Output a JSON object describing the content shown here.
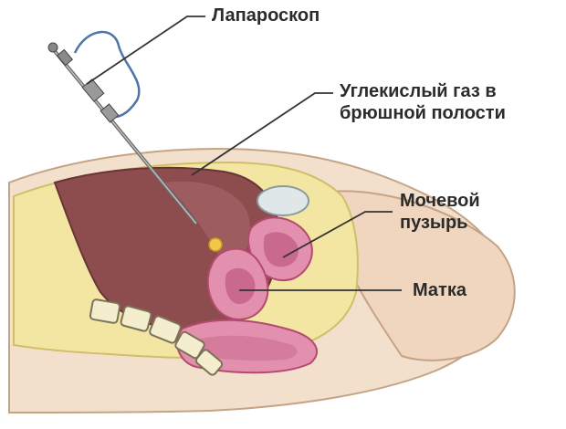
{
  "labels": {
    "laparoscope": "Лапароскоп",
    "co2": [
      "Углекислый газ в",
      "брюшной полости"
    ],
    "bladder": [
      "Мочевой",
      "пузырь"
    ],
    "uterus": "Матка"
  },
  "colors": {
    "skin": "#f3e0cc",
    "skin_outline": "#c4a486",
    "fat": "#f3e6a3",
    "fat_outline": "#d2bd6a",
    "cavity": "#8d4c4e",
    "cavity_highlight": "#a8686a",
    "organ_pink": "#e38fae",
    "organ_dark": "#b44a6f",
    "bone": "#f4eecf",
    "bone_outline": "#7a7358",
    "instrument": "#6b6b6b",
    "cable": "#4f75a8",
    "leader": "#333333"
  }
}
